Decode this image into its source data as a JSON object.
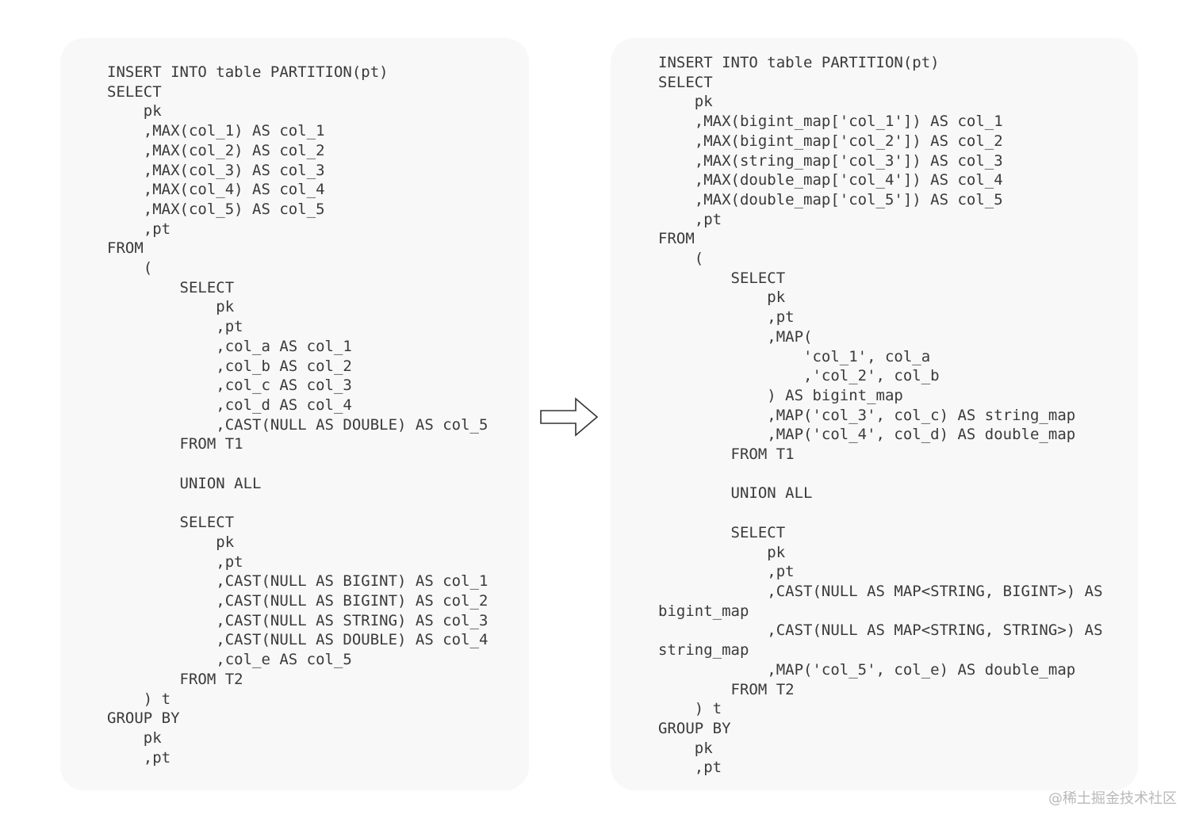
{
  "left": {
    "code": "INSERT INTO table PARTITION(pt)\nSELECT\n    pk\n    ,MAX(col_1) AS col_1\n    ,MAX(col_2) AS col_2\n    ,MAX(col_3) AS col_3\n    ,MAX(col_4) AS col_4\n    ,MAX(col_5) AS col_5\n    ,pt\nFROM\n    (\n        SELECT\n            pk\n            ,pt\n            ,col_a AS col_1\n            ,col_b AS col_2\n            ,col_c AS col_3\n            ,col_d AS col_4\n            ,CAST(NULL AS DOUBLE) AS col_5\n        FROM T1\n\n        UNION ALL\n\n        SELECT\n            pk\n            ,pt\n            ,CAST(NULL AS BIGINT) AS col_1\n            ,CAST(NULL AS BIGINT) AS col_2\n            ,CAST(NULL AS STRING) AS col_3\n            ,CAST(NULL AS DOUBLE) AS col_4\n            ,col_e AS col_5\n        FROM T2\n    ) t\nGROUP BY\n    pk\n    ,pt"
  },
  "right": {
    "code": "INSERT INTO table PARTITION(pt)\nSELECT\n    pk\n    ,MAX(bigint_map['col_1']) AS col_1\n    ,MAX(bigint_map['col_2']) AS col_2\n    ,MAX(string_map['col_3']) AS col_3\n    ,MAX(double_map['col_4']) AS col_4\n    ,MAX(double_map['col_5']) AS col_5\n    ,pt\nFROM\n    (\n        SELECT\n            pk\n            ,pt\n            ,MAP(\n                'col_1', col_a\n                ,'col_2', col_b\n            ) AS bigint_map\n            ,MAP('col_3', col_c) AS string_map\n            ,MAP('col_4', col_d) AS double_map\n        FROM T1\n\n        UNION ALL\n\n        SELECT\n            pk\n            ,pt\n            ,CAST(NULL AS MAP<STRING, BIGINT>) AS\nbigint_map\n            ,CAST(NULL AS MAP<STRING, STRING>) AS\nstring_map\n            ,MAP('col_5', col_e) AS double_map\n        FROM T2\n    ) t\nGROUP BY\n    pk\n    ,pt"
  },
  "icons": {
    "arrow": "right-arrow-icon"
  },
  "watermark": "@稀土掘金技术社区",
  "colors": {
    "panel_bg": "#f8f8f8",
    "code_text": "#3a3a3a",
    "arrow_stroke": "#333333",
    "watermark": "#b9b9b9"
  }
}
